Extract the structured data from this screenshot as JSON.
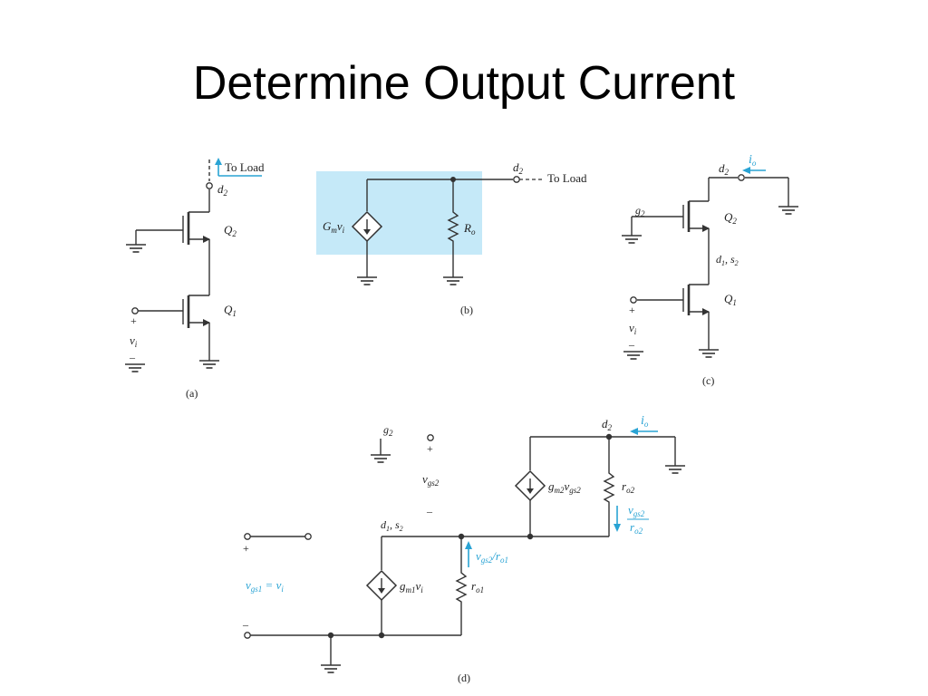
{
  "slide": {
    "title": "Determine Output Current"
  },
  "colors": {
    "accent": "#29a3d4",
    "highlight": "#c5e9f8",
    "wire": "#333333"
  },
  "panel_a": {
    "to_load": "To Load",
    "d2": "d",
    "d2_sub": "2",
    "q2": "Q",
    "q2_sub": "2",
    "q1": "Q",
    "q1_sub": "1",
    "plus": "+",
    "vi": "v",
    "vi_sub": "i",
    "minus": "–",
    "caption": "(a)"
  },
  "panel_b": {
    "d2": "d",
    "d2_sub": "2",
    "to_load": "To Load",
    "gm": "G",
    "gm_sub": "m",
    "gm_v": "v",
    "gm_v_sub": "i",
    "ro": "R",
    "ro_sub": "o",
    "caption": "(b)"
  },
  "panel_c": {
    "d2": "d",
    "d2_sub": "2",
    "io": "i",
    "io_sub": "o",
    "g2": "g",
    "g2_sub": "2",
    "q2": "Q",
    "q2_sub": "2",
    "d1s2": "d",
    "d1s2_mid": "1",
    "d1s2_rest": ", s",
    "d1s2_end": "2",
    "q1": "Q",
    "q1_sub": "1",
    "plus": "+",
    "vi": "v",
    "vi_sub": "i",
    "minus": "–",
    "caption": "(c)"
  },
  "panel_d": {
    "g2": "g",
    "g2_sub": "2",
    "plus_top": "+",
    "vgs2": "v",
    "vgs2_sub": "gs2",
    "minus_top": "–",
    "d2": "d",
    "d2_sub": "2",
    "io": "i",
    "io_sub": "o",
    "gm2": "g",
    "gm2_sub": "m2",
    "gm2_v": "v",
    "gm2_v_sub": "gs2",
    "ro2": "r",
    "ro2_sub": "o2",
    "frac_num": "v",
    "frac_num_sub": "gs2",
    "frac_den": "r",
    "frac_den_sub": "o2",
    "d1s2": "d",
    "d1s2_mid": "1",
    "d1s2_rest": ", s",
    "d1s2_end": "2",
    "plus_left": "+",
    "vgs1": "v",
    "vgs1_sub": "gs1",
    "vgs1_eq": " = v",
    "vgs1_eq_sub": "i",
    "minus_left": "–",
    "gm1": "g",
    "gm1_sub": "m1",
    "gm1_v": "v",
    "gm1_v_sub": "i",
    "ratio": "v",
    "ratio_sub": "gs2",
    "ratio_div": "/r",
    "ratio_div_sub": "o1",
    "ro1": "r",
    "ro1_sub": "o1",
    "caption": "(d)"
  }
}
